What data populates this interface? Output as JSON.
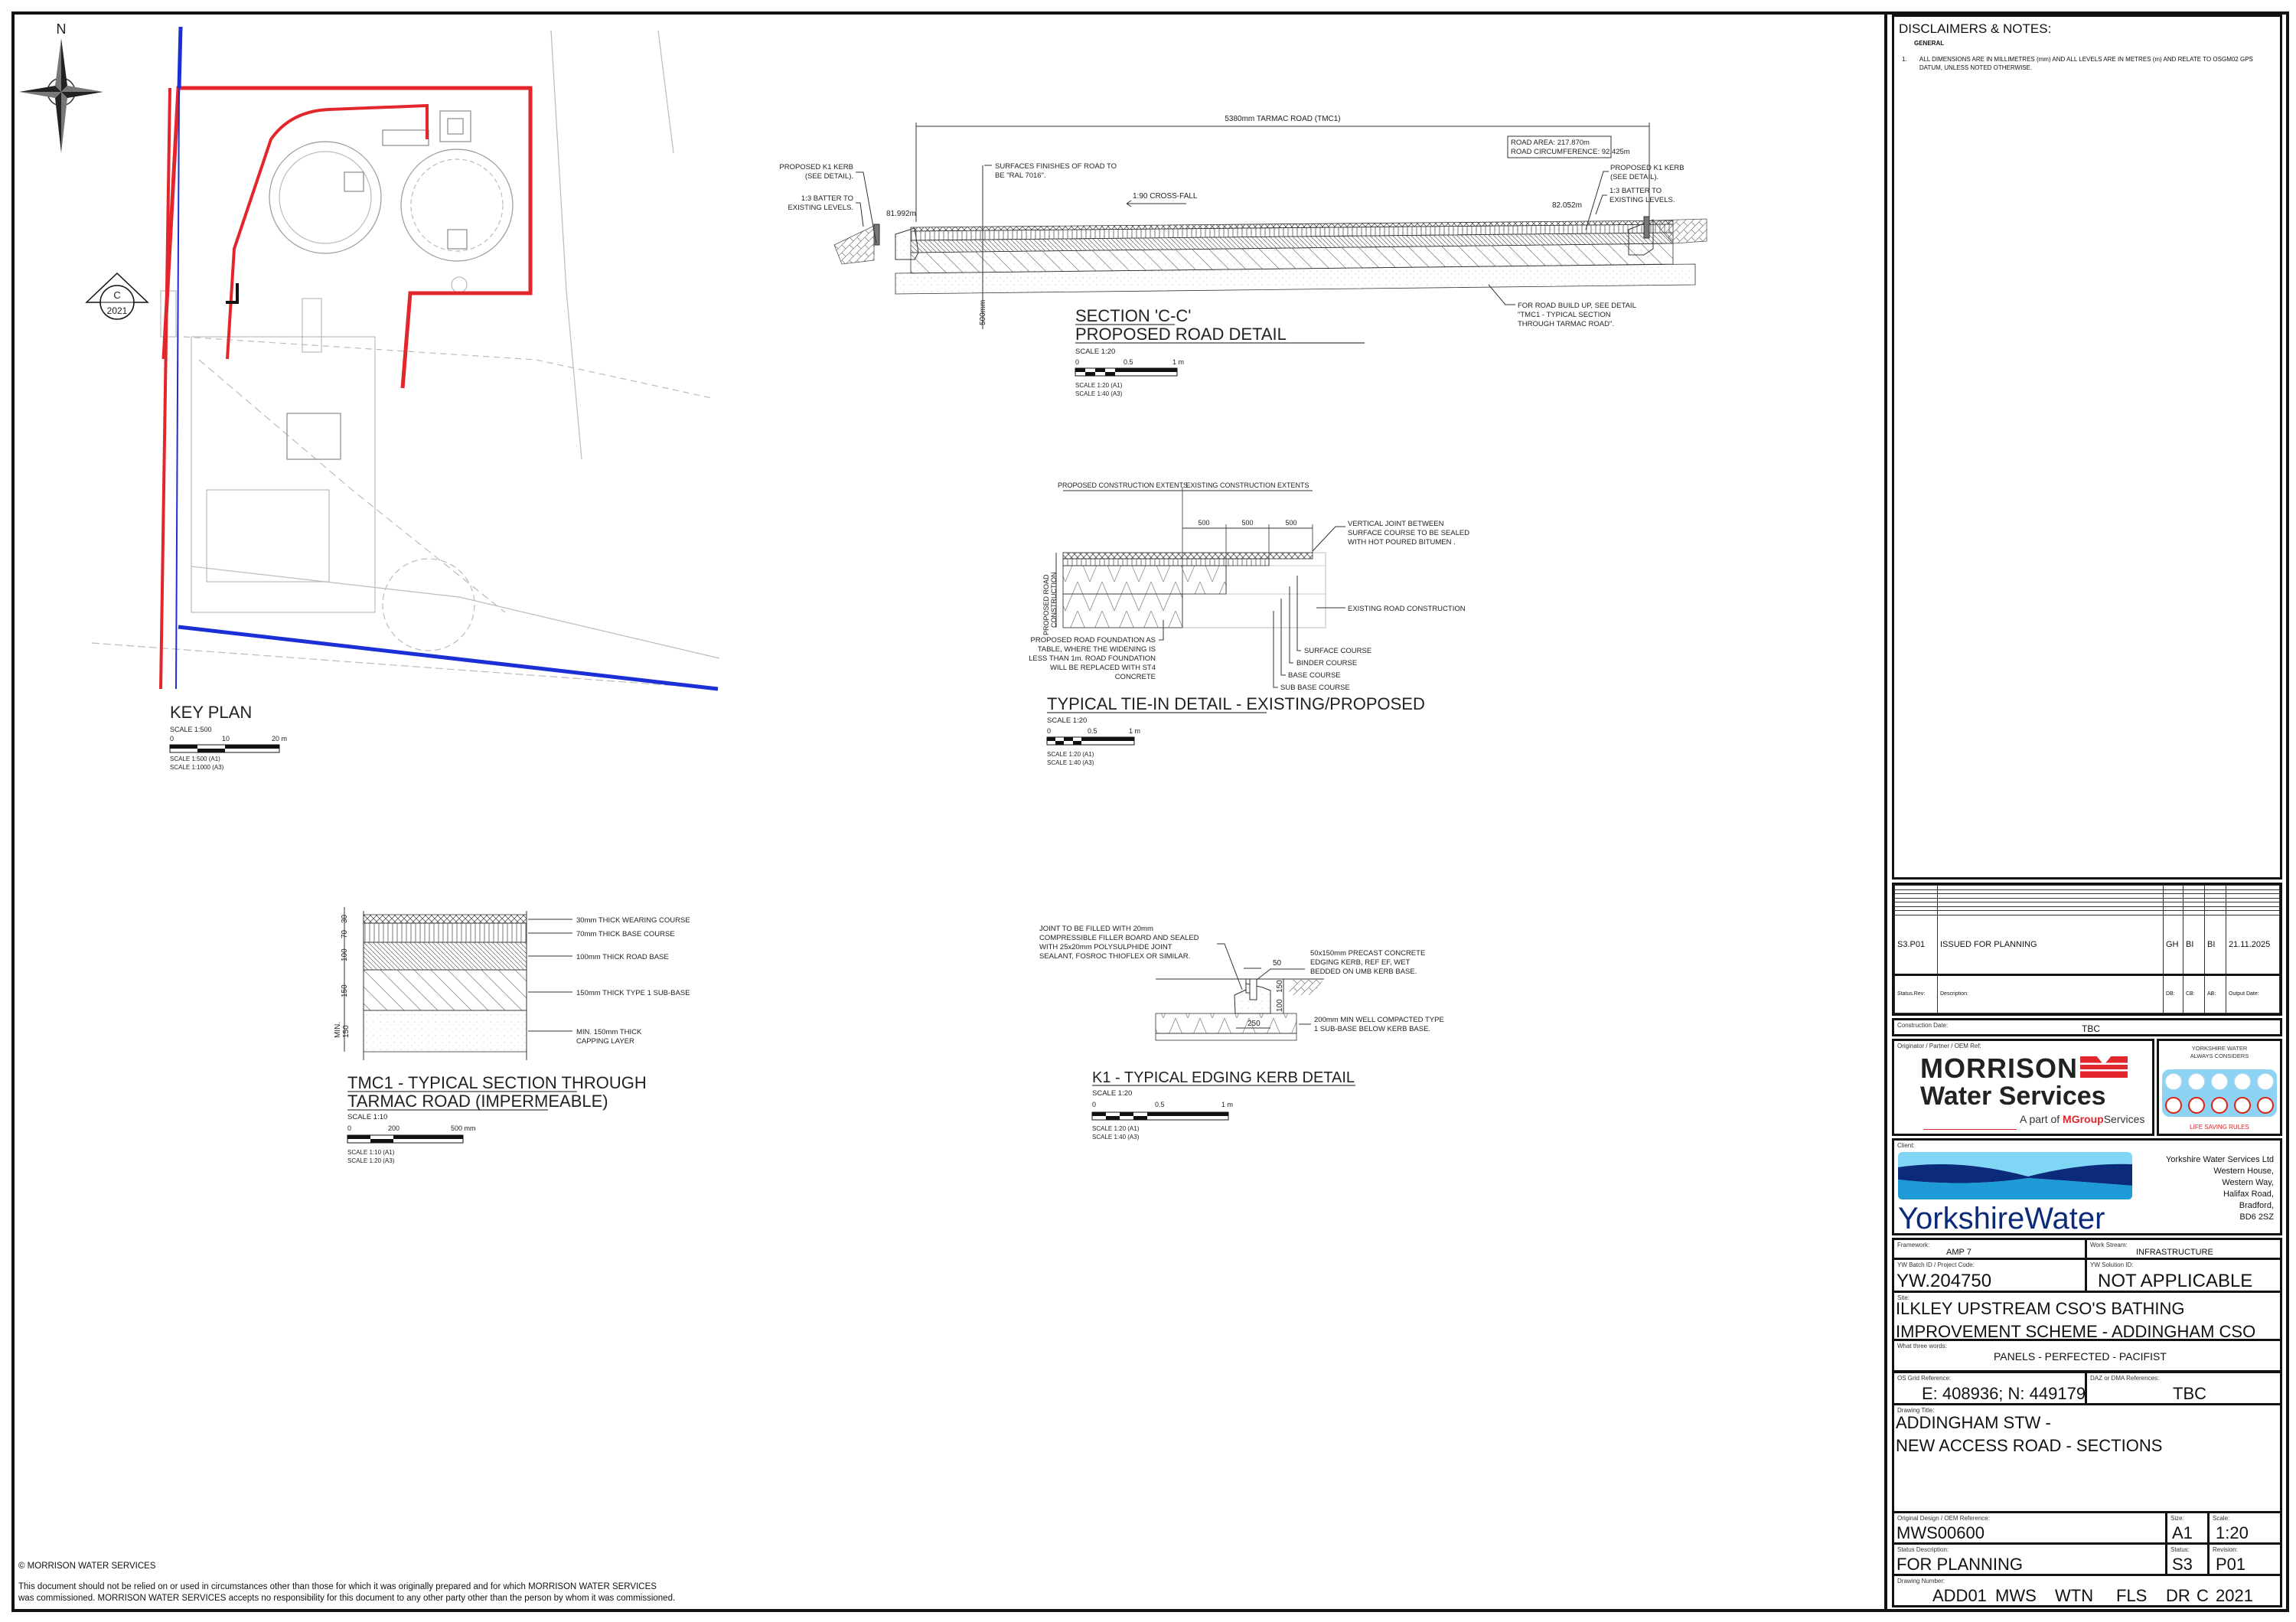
{
  "key_plan": {
    "north_label": "N",
    "section_marker": {
      "letter": "C",
      "sheet": "2021"
    },
    "title": "KEY PLAN",
    "scale": "SCALE 1:500",
    "scale_bar": {
      "ticks": [
        "0",
        "10",
        "20 m"
      ]
    },
    "scale_notes": [
      "SCALE  1:500 (A1)",
      "SCALE 1:1000 (A3)"
    ],
    "colors": {
      "boundary": "#e3262b",
      "pipe": "#1a2fd6"
    }
  },
  "section_cc": {
    "dimension": "5380mm TARMAC ROAD (TMC1)",
    "road_area": "ROAD AREA: 217.870m",
    "road_circumference": "ROAD CIRCUMFERENCE: 92.425m",
    "left_kerb": [
      "PROPOSED K1 KERB",
      "(SEE DETAIL)."
    ],
    "left_batter": [
      "1:3 BATTER TO",
      "EXISTING LEVELS."
    ],
    "left_level": "81.992m",
    "surface_note": [
      "SURFACES FINISHES OF ROAD TO",
      "BE \"RAL 7016\"."
    ],
    "crossfall": "1:90 CROSS-FALL",
    "depth": "500mm",
    "right_kerb": [
      "PROPOSED K1 KERB",
      "(SEE DETAIL)."
    ],
    "right_batter": [
      "1:3 BATTER TO",
      "EXISTING LEVELS."
    ],
    "right_level": "82.052m",
    "build_up_note": [
      "FOR ROAD BUILD UP, SEE DETAIL",
      "\"TMC1 - TYPICAL SECTION",
      "THROUGH TARMAC ROAD\"."
    ],
    "title": [
      "SECTION 'C-C'",
      "PROPOSED ROAD DETAIL"
    ],
    "scale": "SCALE 1:20",
    "scale_bar": {
      "ticks": [
        "0",
        "0.5",
        "1 m"
      ]
    },
    "scale_notes": [
      "SCALE 1:20 (A1)",
      "SCALE 1:40 (A3)"
    ]
  },
  "tie_in": {
    "proposed_extents": "PROPOSED CONSTRUCTION EXTENTS",
    "existing_extents": "EXISTING CONSTRUCTION EXTENTS",
    "steps": [
      "500",
      "500",
      "500"
    ],
    "vertical_label": [
      "PROPOSED ROAD",
      "CONSTRUCTION"
    ],
    "joint_note": [
      "VERTICAL JOINT BETWEEN",
      "SURFACE COURSE TO BE SEALED",
      "WITH HOT POURED BITUMEN ."
    ],
    "existing_label": "EXISTING ROAD CONSTRUCTION",
    "courses": [
      "SURFACE COURSE",
      "BINDER COURSE",
      "BASE COURSE",
      "SUB BASE COURSE"
    ],
    "foundation_note": [
      "PROPOSED ROAD FOUNDATION AS",
      "TABLE, WHERE THE WIDENING IS",
      "LESS THAN 1m. ROAD FOUNDATION",
      "WILL BE REPLACED WITH ST4",
      "CONCRETE"
    ],
    "title": "TYPICAL TIE-IN DETAIL - EXISTING/PROPOSED",
    "scale": "SCALE 1:20",
    "scale_bar": {
      "ticks": [
        "0",
        "0.5",
        "1 m"
      ]
    },
    "scale_notes": [
      "SCALE 1:20 (A1)",
      "SCALE 1:40 (A3)"
    ]
  },
  "tmc1": {
    "dims": [
      "30",
      "70",
      "100",
      "150",
      "MIN.",
      "150"
    ],
    "layers": [
      "30mm THICK WEARING COURSE",
      "70mm THICK BASE COURSE",
      "100mm THICK ROAD BASE",
      "150mm THICK TYPE 1 SUB-BASE",
      "MIN. 150mm THICK",
      "CAPPING LAYER"
    ],
    "title": [
      "TMC1 - TYPICAL SECTION THROUGH",
      "TARMAC ROAD (IMPERMEABLE)"
    ],
    "scale": "SCALE 1:10",
    "scale_bar": {
      "ticks": [
        "0",
        "200",
        "500 mm"
      ]
    },
    "scale_notes": [
      "SCALE 1:10 (A1)",
      "SCALE 1:20 (A3)"
    ]
  },
  "k1": {
    "joint_note": [
      "JOINT TO BE FILLED WITH 20mm",
      "COMPRESSIBLE FILLER BOARD AND SEALED",
      "WITH 25x20mm POLYSULPHIDE JOINT",
      "SEALANT, FOSROC THIOFLEX OR SIMILAR."
    ],
    "kerb_note": [
      "50x150mm PRECAST CONCRETE",
      "EDGING KERB, REF EF, WET",
      "BEDDED ON UMB KERB BASE."
    ],
    "subbase_note": [
      "200mm MIN WELL COMPACTED TYPE",
      "1 SUB-BASE BELOW KERB BASE."
    ],
    "dims": [
      "50",
      "150",
      "100",
      "250"
    ],
    "title": "K1 - TYPICAL EDGING KERB DETAIL",
    "scale": "SCALE 1:20",
    "scale_bar": {
      "ticks": [
        "0",
        "0.5",
        "1 m"
      ]
    },
    "scale_notes": [
      "SCALE 1:20 (A1)",
      "SCALE 1:40 (A3)"
    ]
  },
  "footer": {
    "copyright": "© MORRISON WATER SERVICES",
    "disclaimer": [
      "This document should not be relied on or used in circumstances other than those for which it was originally prepared and for which MORRISON WATER SERVICES",
      "was commissioned. MORRISON WATER SERVICES accepts no responsibility for this document to any other party other than the person by whom it was commissioned."
    ]
  },
  "title_block": {
    "notes": {
      "title": "DISCLAIMERS & NOTES:",
      "section": "GENERAL",
      "items": [
        {
          "num": "1.",
          "text": "ALL DIMENSIONS ARE IN MILLIMETRES (mm) AND ALL LEVELS ARE IN METRES (m) AND RELATE TO OSGM02 GPS DATUM, UNLESS NOTED OTHERWISE."
        }
      ]
    },
    "revisions": {
      "rows": [
        {
          "status_rev": "S3.P01",
          "description": "ISSUED FOR PLANNING",
          "db": "GH",
          "cb": "BI",
          "ab": "BI",
          "date": "21.11.2025"
        }
      ],
      "headers": [
        "Status.Rev:",
        "Description:",
        "DB:",
        "CB:",
        "AB:",
        "Output Date:"
      ]
    },
    "construction_date": {
      "label": "Construction Date:",
      "value": "TBC"
    },
    "originator": {
      "label": "Originator / Partner / OEM Ref:",
      "logo_line1": "MORRISON",
      "logo_line2": "Water Services",
      "tag_prefix": "A part of ",
      "tag_brand": "MGroup",
      "tag_suffix": "Services",
      "brand_color": "#e3262b"
    },
    "safety": {
      "heading": [
        "YORKSHIRE WATER",
        "ALWAYS CONSIDERS"
      ],
      "footer": "LIFE SAVING RULES",
      "panel_color": "#8fd3f4"
    },
    "client": {
      "label": "Client:",
      "logo_text": "YorkshireWater",
      "address": [
        "Yorkshire Water Services Ltd",
        "Western House,",
        "Western Way,",
        "Halifax Road,",
        "Bradford,",
        "BD6 2SZ"
      ],
      "logo_color": "#0b2a7a"
    },
    "framework": {
      "label": "Framework:",
      "value": "AMP 7"
    },
    "work_stream": {
      "label": "Work Stream:",
      "value": "INFRASTRUCTURE"
    },
    "batch": {
      "label": "YW Batch ID / Project Code:",
      "value": "YW.204750"
    },
    "solution": {
      "label": "YW Solution ID:",
      "value": "NOT APPLICABLE"
    },
    "site": {
      "label": "Site:",
      "lines": [
        "ILKLEY UPSTREAM CSO'S BATHING",
        "IMPROVEMENT SCHEME - ADDINGHAM CSO"
      ]
    },
    "w3w": {
      "label": "What three words:",
      "value": "PANELS - PERFECTED - PACIFIST"
    },
    "os_grid": {
      "label": "OS Grid Reference:",
      "value": "E: 408936; N: 449179"
    },
    "daz": {
      "label": "DAZ or DMA References:",
      "value": "TBC"
    },
    "drawing_title": {
      "label": "Drawing Title:",
      "lines": [
        "ADDINGHAM STW -",
        "NEW ACCESS ROAD - SECTIONS"
      ]
    },
    "original_design": {
      "label": "Original Design / OEM Reference:",
      "value": "MWS00600"
    },
    "size": {
      "label": "Size:",
      "value": "A1"
    },
    "scale": {
      "label": "Scale:",
      "value": "1:20"
    },
    "status_desc": {
      "label": "Status Description:",
      "value": "FOR PLANNING"
    },
    "status": {
      "label": "Status:",
      "value": "S3"
    },
    "revision": {
      "label": "Revision:",
      "value": "P01"
    },
    "drawing_number": {
      "label": "Drawing Number:",
      "parts": [
        "ADD01",
        "MWS",
        "WTN",
        "FLS",
        "DR",
        "C",
        "2021"
      ]
    }
  }
}
